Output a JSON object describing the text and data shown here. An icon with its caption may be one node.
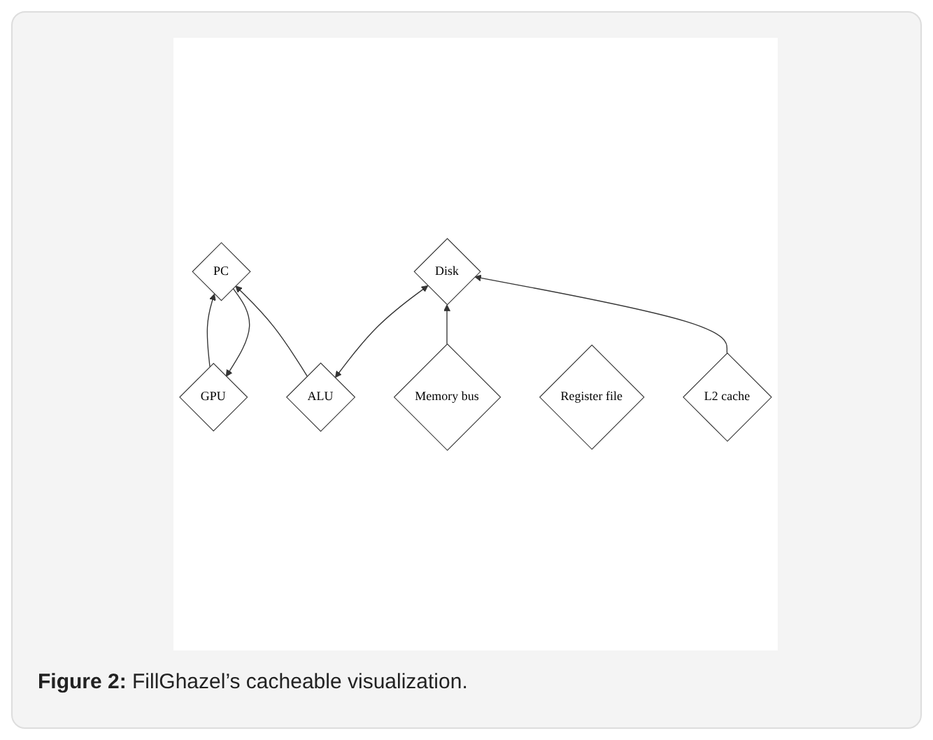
{
  "diagram": {
    "caption": "**Figure 2:** FillGhazel’s cacheable visualization.",
    "nodes": [
      {
        "text": [
          "GPU"
        ]
      },
      {
        "text": [
          "PC"
        ]
      },
      {
        "text": [
          "ALU"
        ]
      },
      {
        "text": [
          "Memory bus"
        ]
      },
      {
        "text": [
          "Register file"
        ]
      },
      {
        "text": [
          "Disk"
        ]
      },
      {
        "text": [
          "L2 cache"
        ]
      }
    ],
    "edges": [
      {
        "from": 0,
        "to": 1,
        "arrow": "to"
      },
      {
        "from": 1,
        "to": 0,
        "arrow": "to"
      },
      {
        "from": 2,
        "to": 1,
        "arrow": "to"
      },
      {
        "from": 2,
        "to": 5,
        "arrow": "both"
      },
      {
        "from": 3,
        "to": 5,
        "arrow": "to"
      },
      {
        "from": 6,
        "to": 5,
        "arrow": "to"
      }
    ]
  }
}
